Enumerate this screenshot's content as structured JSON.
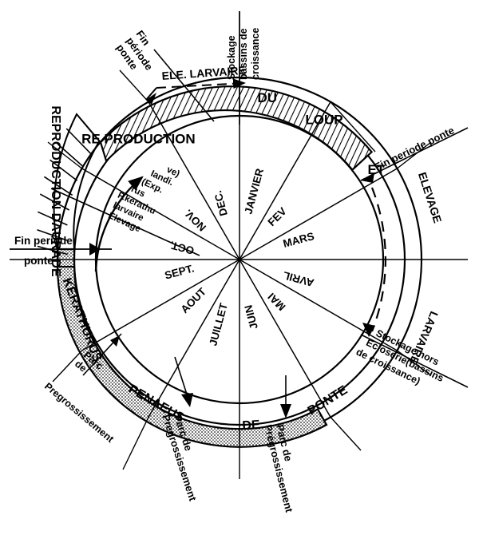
{
  "figure": {
    "kind": "circular-annual-cycle-diagram",
    "language": "fr",
    "ink_color": "#000000",
    "background_color": "#ffffff"
  },
  "months": [
    {
      "name": "JANVIER",
      "index": 1
    },
    {
      "name": "FEV",
      "index": 2
    },
    {
      "name": "MARS",
      "index": 3
    },
    {
      "name": "AVRIL",
      "index": 4
    },
    {
      "name": "MAI",
      "index": 5
    },
    {
      "name": "JUIN",
      "index": 6
    },
    {
      "name": "JUILLET",
      "index": 7
    },
    {
      "name": "AOUT",
      "index": 8
    },
    {
      "name": "SEPT.",
      "index": 9
    },
    {
      "name": "OCT.",
      "index": 10
    },
    {
      "name": "NOV.",
      "index": 11
    },
    {
      "name": "DEC.",
      "index": 12
    }
  ],
  "bands": {
    "hatched": {
      "label_parts": [
        "RE PRODUCTION",
        "DU",
        "LOUP",
        "ET"
      ],
      "label_full": "RE PRODUCTION DU LOUP ET",
      "pattern": "diagonal-hatch"
    },
    "stippled": {
      "label_parts": [
        "PONTE",
        "DE",
        "PENAEUS",
        "KERATHURUS"
      ],
      "label_full": "PONTE DE PENAEUS KERATHURUS",
      "pattern": "stipple"
    },
    "daurade_arc": {
      "label": "REPRODUCTION DAURADE",
      "pattern": "radial-lines"
    }
  },
  "inner_sector_label": {
    "lines": [
      "Elevage",
      "larvaire",
      "P.kerathu",
      "rus",
      "(Exp.",
      "Iandi.",
      "ve)"
    ],
    "text": "Elevage larvaire P.kerathurus (Exp. Iandive)"
  },
  "annotations": [
    {
      "id": "fin-periode-ponte-top",
      "text": "Fin période ponte",
      "lines": [
        "Fin",
        "période",
        "ponte"
      ]
    },
    {
      "id": "ele-larvaire",
      "text": "ELE. LARVAIRE",
      "lines": [
        "ELE. LARVAIRE"
      ]
    },
    {
      "id": "stockage-bassins",
      "text": "Stockage bassins de croissance",
      "lines": [
        "Stockage",
        "bassins de",
        "croissance"
      ]
    },
    {
      "id": "fin-periode-ponte-right",
      "text": "Fin periode ponte",
      "lines": [
        "Fin periode ponte"
      ]
    },
    {
      "id": "elevage-larvaire-right",
      "text": "ELEVAGE LARVAIRE",
      "lines": [
        "ELEVAGE",
        "LARVAIRE"
      ]
    },
    {
      "id": "stockage-hors-ecloserie",
      "text": "Stockage hors Ecloserie (bassins de croissance)",
      "lines": [
        "Stockage hors",
        "Ecloserie(bassins",
        "de croissance)"
      ]
    },
    {
      "id": "parc-pregrossissement-right",
      "text": "Parc de Prégrossissement",
      "lines": [
        "Parc de",
        "Prégrossissement"
      ]
    },
    {
      "id": "parc-pregrossissement-left",
      "text": "Parc de Prégrossissement",
      "lines": [
        "Parc de",
        "Pregrossissement"
      ]
    },
    {
      "id": "parc-pregrossissement-far-left",
      "text": "Parc de Pregrossissement",
      "lines": [
        "Parc",
        "de",
        "Pregrossissement"
      ]
    },
    {
      "id": "fin-periode-ponte-left",
      "text": "Fin periode ponte",
      "lines": [
        "Fin periode",
        "ponte"
      ]
    }
  ],
  "chart_data": {
    "type": "pie",
    "title": "",
    "categories": [
      "JANVIER",
      "FEV",
      "MARS",
      "AVRIL",
      "MAI",
      "JUIN",
      "JUILLET",
      "AOUT",
      "SEPT.",
      "OCT.",
      "NOV.",
      "DEC."
    ],
    "values": [
      1,
      1,
      1,
      1,
      1,
      1,
      1,
      1,
      1,
      1,
      1,
      1
    ],
    "legend": [
      "RE PRODUCTION DU LOUP ET (hachuré)",
      "PONTE DE PENAEUS KERATHURUS (pointillé)",
      "REPRODUCTION DAURADE"
    ],
    "annotations": [
      "Fin période ponte",
      "ELE. LARVAIRE",
      "Stockage bassins de croissance",
      "Fin periode ponte",
      "ELEVAGE LARVAIRE",
      "Stockage hors Ecloserie(bassins de croissance)",
      "Parc de Prégrossissement",
      "Parc de Pregrossissement",
      "Fin periode ponte"
    ]
  }
}
